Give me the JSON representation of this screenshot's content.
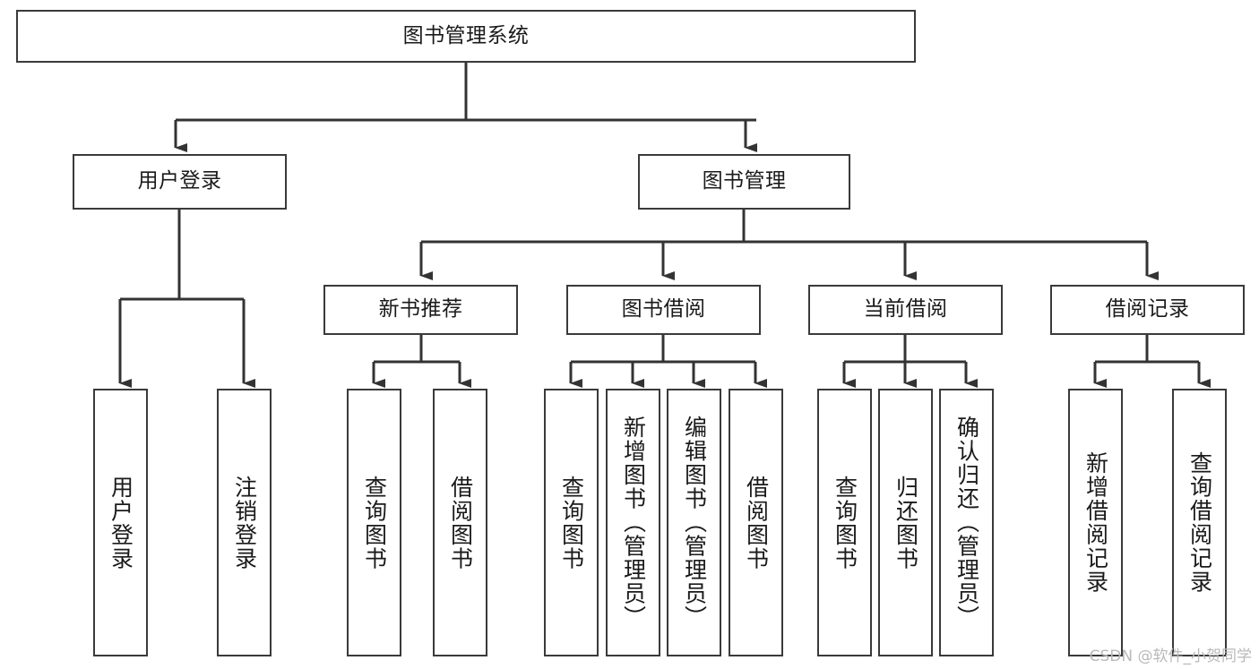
{
  "diagram": {
    "title": "图书管理系统",
    "type": "tree",
    "orientation": "top-down",
    "watermark": "CSDN @软件_小贺同学",
    "colors": {
      "background": "#ffffff",
      "node_border": "#3a3a3a",
      "node_fill": "#ffffff",
      "edge": "#333333",
      "text": "#1a1a1a",
      "watermark": "#b9b9b9"
    },
    "nodes": {
      "root": {
        "label": "图书管理系统"
      },
      "level2": [
        {
          "label": "用户登录"
        },
        {
          "label": "图书管理"
        }
      ],
      "level3": [
        {
          "label": "新书推荐"
        },
        {
          "label": "图书借阅"
        },
        {
          "label": "当前借阅"
        },
        {
          "label": "借阅记录"
        }
      ],
      "leaves": {
        "user_login": [
          {
            "label": "用户登录"
          },
          {
            "label": "注销登录"
          }
        ],
        "new_book_recommend": [
          {
            "label": "查询图书"
          },
          {
            "label": "借阅图书"
          }
        ],
        "book_borrow": [
          {
            "label": "查询图书"
          },
          {
            "label": "新增图书（管理员）"
          },
          {
            "label": "编辑图书（管理员）"
          },
          {
            "label": "借阅图书"
          }
        ],
        "current_borrow": [
          {
            "label": "查询图书"
          },
          {
            "label": "归还图书"
          },
          {
            "label": "确认归还（管理员）"
          }
        ],
        "borrow_record": [
          {
            "label": "新增借阅记录"
          },
          {
            "label": "查询借阅记录"
          }
        ]
      }
    }
  }
}
